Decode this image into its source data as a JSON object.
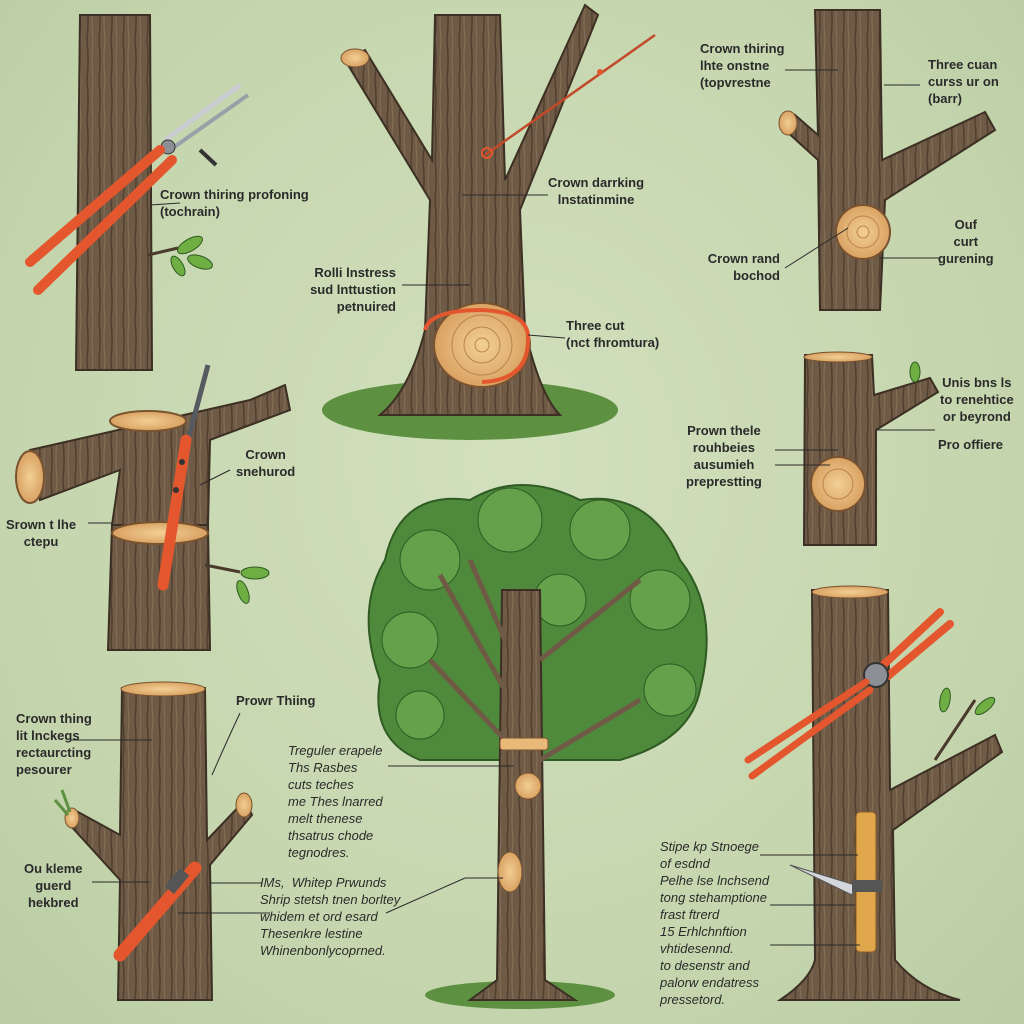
{
  "colors": {
    "background": "#c7d8b0",
    "bark": "#6f5a45",
    "bark_dark": "#4a3a2c",
    "cut_wood": "#e8b978",
    "cut_ring": "#b9844a",
    "tool_orange": "#e4572e",
    "foliage": "#4f8a3c",
    "grass": "#5d9040"
  },
  "icons": [
    "pruning-shears-icon",
    "pruning-saw-icon",
    "lopper-icon",
    "leaf-icon",
    "rope-icon",
    "pole-pruner-icon",
    "knife-icon"
  ],
  "labels": {
    "top_left": "Crown thiring profoning\n(tochrain)",
    "top_center_1": "Crown darrking\nlnstatinmine",
    "top_center_2": "Rolli lnstress\nsud lnttustion\npetnuired",
    "top_center_3": "Three cut\n(nct fhromtura)",
    "top_right_1": "Crown thiring\nlhte onstne\n(topvrestne",
    "top_right_2": "Three cuan\ncurss ur on\n(barr)",
    "top_right_3": "Crown rand\nbochod",
    "top_right_4": "Ouf\ncurt\ngurening",
    "mid_left_1": "Crown\nsnehurod",
    "mid_left_2": "Srown t lhe\nctepu",
    "mid_right_1": "Unis bns ls\nto renehtice\nor beyrond",
    "mid_right_2": "Pro offiere",
    "mid_right_3": "Prown thele\nrouhbeies\nausumieh\npreprestting",
    "bottom_left_1": "Prowr Thiing",
    "bottom_left_2": "Crown thing\nlit lnckegs\nrectaurcting\npesourer",
    "bottom_left_3": "Ou kleme\nguerd\nhekbred",
    "bottom_center_1": "Treguler erapele\nThs Rasbes\ncuts teches\nme Thes lnarred\nmelt thenese\nthsatrus chode\ntegnodres.",
    "bottom_center_2": "IMs,  Whitep Prwunds\nShrip stetsh tnen borltey\nwhidem et ord esard\nThesenkre lestine\nWhinenbonlycoprned.",
    "bottom_right": "Stipe kp Stnoege\nof esdnd\nPelhe lse lnchsend\ntong stehamptione\nfrast ftrerd\n15 Erhlchnftion\nvhtidesennd.\nto desenstr and\npalorw endatress\npressetord."
  }
}
